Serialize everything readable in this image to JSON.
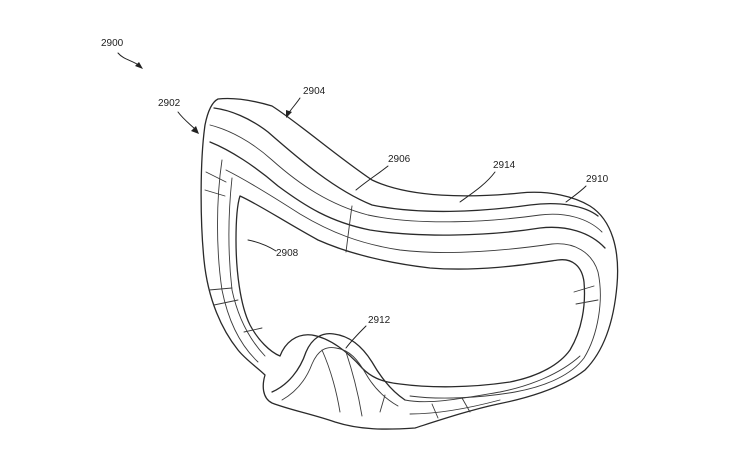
{
  "figure": {
    "labels": {
      "l2900": "2900",
      "l2902": "2902",
      "l2904": "2904",
      "l2906": "2906",
      "l2908": "2908",
      "l2910": "2910",
      "l2912": "2912",
      "l2914": "2914"
    },
    "line_color": "#2a2a2a",
    "background": "#ffffff"
  }
}
